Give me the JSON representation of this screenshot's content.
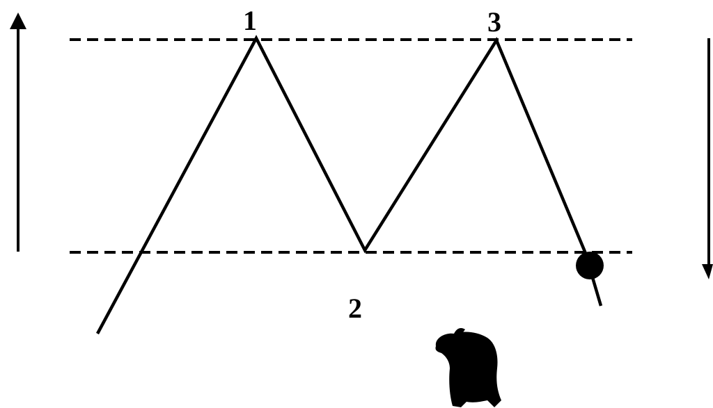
{
  "diagram": {
    "type": "double-top-pattern",
    "colors": {
      "line": "#000000",
      "background": "#ffffff"
    },
    "points": [
      {
        "label": "1",
        "role": "first-peak"
      },
      {
        "label": "2",
        "role": "trough"
      },
      {
        "label": "3",
        "role": "second-peak"
      }
    ],
    "left_arrow": {
      "direction": "up",
      "icon": "arrow-up-icon"
    },
    "right_arrow": {
      "direction": "down",
      "icon": "arrow-down-icon"
    },
    "breakout_marker": {
      "icon": "filled-circle-icon"
    },
    "bull_figure": {
      "icon": "bull-silhouette-icon"
    }
  }
}
